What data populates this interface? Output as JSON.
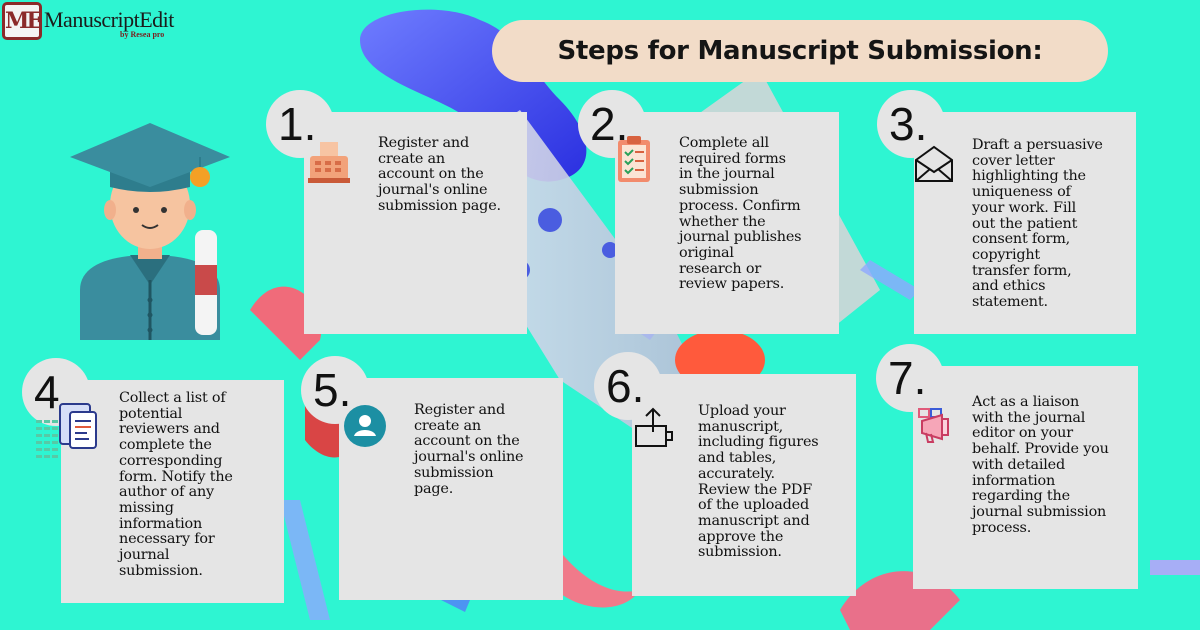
{
  "logo": {
    "mark": "ME",
    "name": "ManuscriptEdit",
    "sub": "by Resea pro"
  },
  "title": "Steps for Manuscript Submission:",
  "steps": [
    {
      "number": "1.",
      "icon": "cash-register-icon",
      "lines": [
        "Register and",
        "create an",
        "account on the",
        "journal's online",
        "submission page."
      ]
    },
    {
      "number": "2.",
      "icon": "clipboard-checklist-icon",
      "lines": [
        "Complete all",
        "required forms",
        "in the journal",
        "submission",
        "process. Confirm",
        "whether the",
        "journal publishes",
        "original",
        "research or",
        "review papers."
      ]
    },
    {
      "number": "3.",
      "icon": "envelope-icon",
      "lines": [
        "Draft a persuasive",
        "cover letter",
        "highlighting the",
        "uniqueness of",
        "your work. Fill",
        "out the patient",
        "consent form,",
        "copyright",
        "transfer form,",
        "and ethics",
        "statement."
      ]
    },
    {
      "number": "4.",
      "icon": "reviewer-documents-icon",
      "lines": [
        "Collect a list of",
        "potential",
        "reviewers and",
        "complete the",
        "corresponding",
        "form. Notify the",
        "author of any",
        "missing",
        "information",
        "necessary for",
        "journal",
        "submission."
      ]
    },
    {
      "number": "5.",
      "icon": "user-account-icon",
      "lines": [
        "Register and",
        "create an",
        "account on the",
        "journal's online",
        "submission",
        "page."
      ]
    },
    {
      "number": "6.",
      "icon": "upload-icon",
      "lines": [
        "Upload your",
        "manuscript,",
        "including figures",
        "and tables,",
        "accurately.",
        "Review the PDF",
        "of the uploaded",
        "manuscript and",
        "approve the",
        "submission."
      ]
    },
    {
      "number": "7.",
      "icon": "megaphone-icon",
      "lines": [
        "Act as a liaison",
        "with the journal",
        "editor on your",
        "behalf. Provide you",
        "with detailed",
        "information",
        "regarding the",
        "journal submission",
        "process."
      ]
    }
  ],
  "colors": {
    "background": "#2ef5d2",
    "card": "#e5e5e5",
    "title_pill": "#f2dcc8"
  }
}
